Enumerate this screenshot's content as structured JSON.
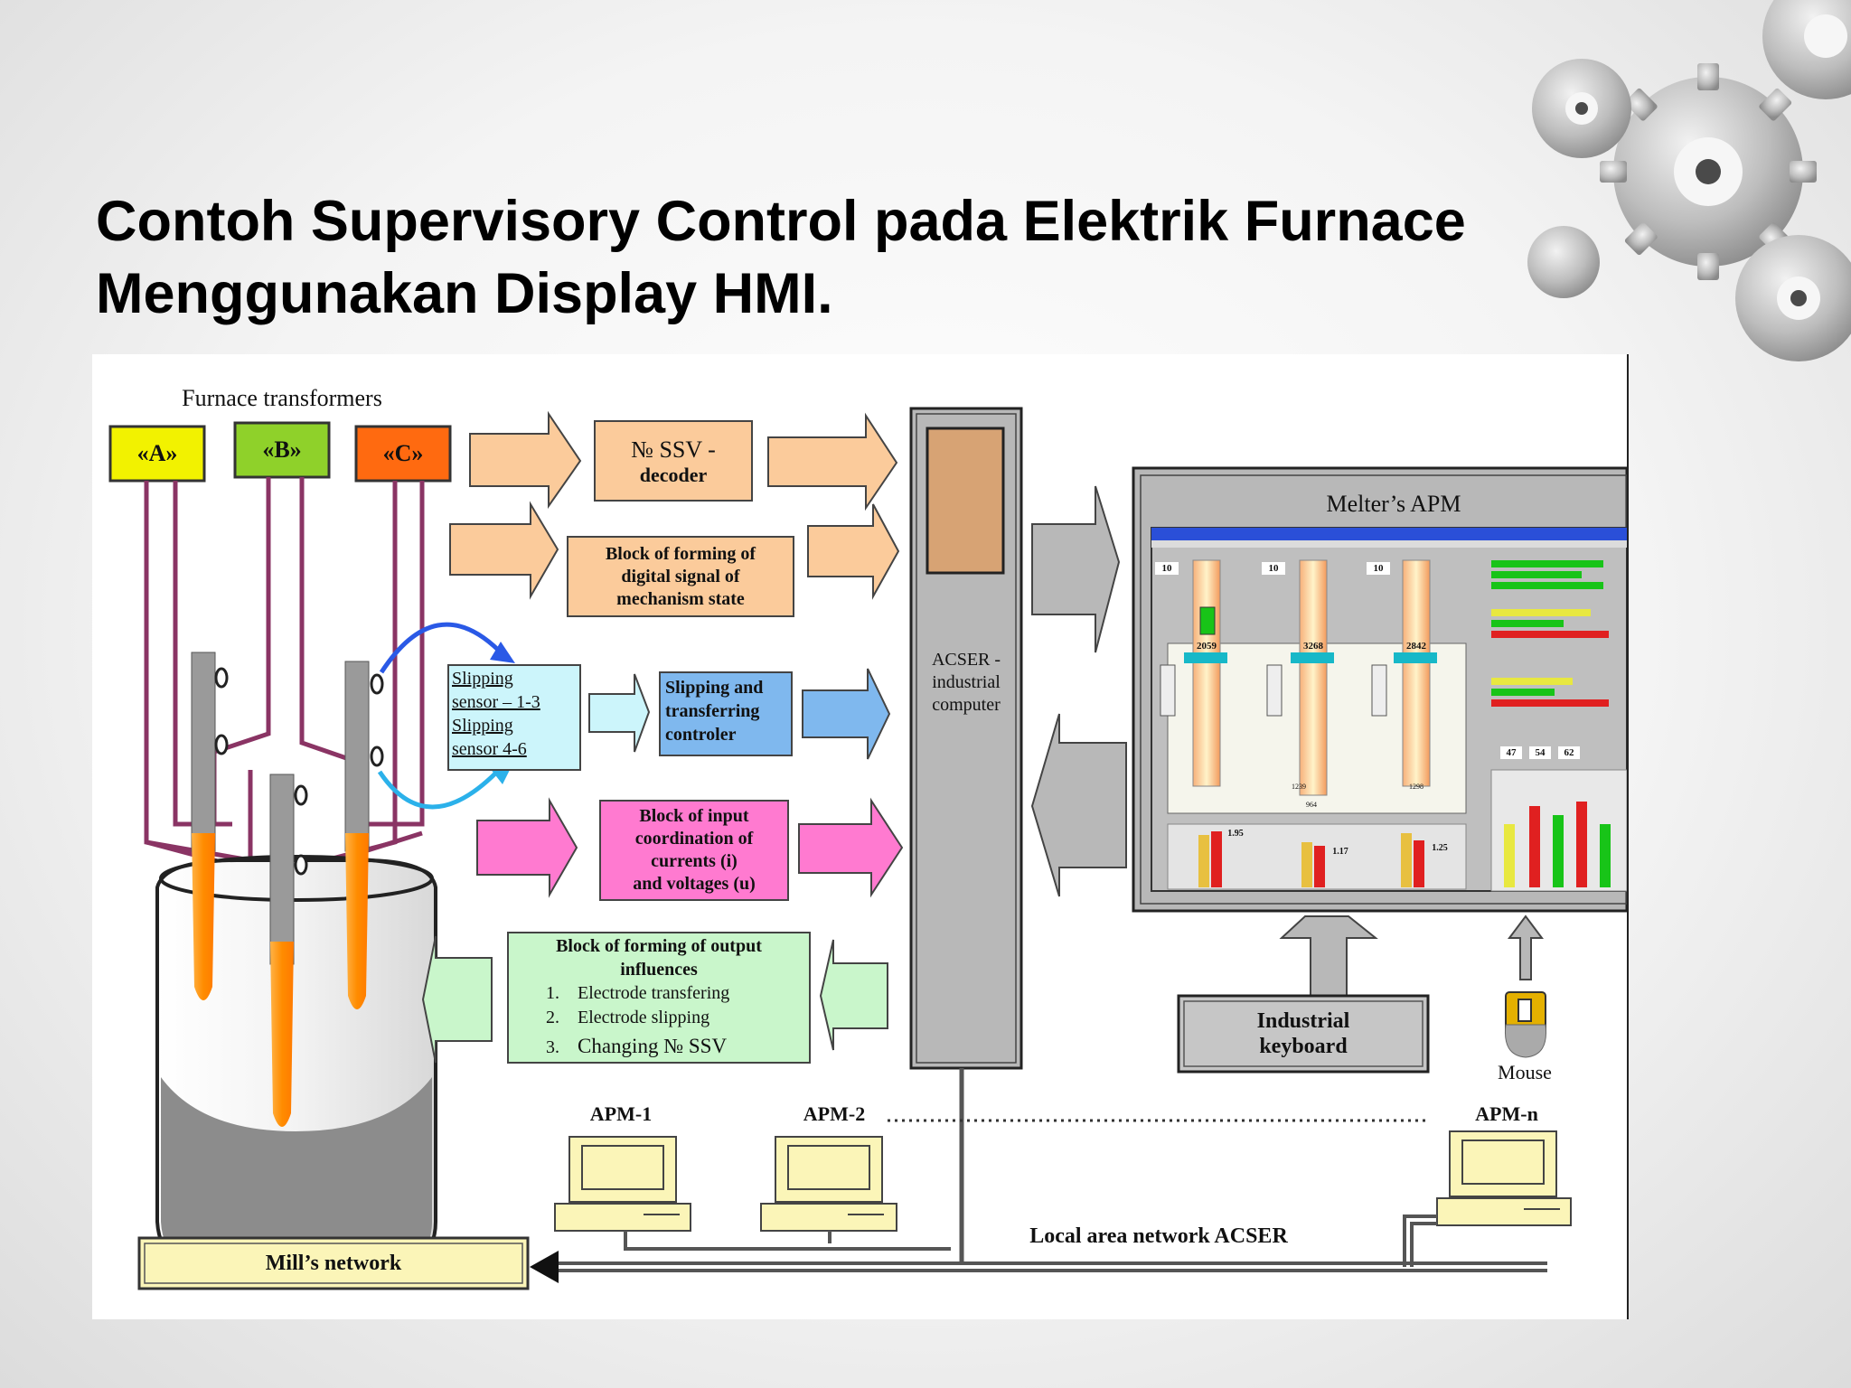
{
  "slide": {
    "title_line1": "Contoh Supervisory Control pada Elektrik Furnace",
    "title_line2": "Menggunakan Display HMI."
  },
  "colors": {
    "yellow": "#f2f200",
    "green": "#8fd12a",
    "orange": "#ff6a10",
    "peach": "#fbcb9b",
    "light_cyan": "#ccf5fb",
    "blue": "#7fb8ee",
    "pink": "#ff7ad0",
    "light_green": "#c9f6cb",
    "gray": "#b8b8b8",
    "cable": "#8a3464"
  },
  "diagram": {
    "furnace_transformers": "Furnace transformers",
    "transformers": [
      {
        "label": "«A»"
      },
      {
        "label": "«B»"
      },
      {
        "label": "«C»"
      }
    ],
    "ssv_decoder": {
      "line1": "№ SSV -",
      "line2": "decoder"
    },
    "digital_block": {
      "line1": "Block of forming of",
      "line2": "digital signal of",
      "line3": "mechanism state"
    },
    "slipping_sensors": {
      "line1": "Slipping",
      "line2": "sensor – 1-3",
      "line3": "Slipping",
      "line4": "sensor 4-6"
    },
    "slipping_controller": {
      "line1": "Slipping and",
      "line2": "transferring",
      "line3": "controler"
    },
    "input_block": {
      "line1": "Block of input",
      "line2": "coordination of",
      "line3": "currents (i)",
      "line4": "and voltages (u)"
    },
    "output_block": {
      "title1": "Block of forming of output",
      "title2": "influences",
      "items": [
        {
          "n": "1.",
          "text": "Electrode transfering"
        },
        {
          "n": "2.",
          "text": "Electrode slipping"
        },
        {
          "n": "3.",
          "text": "Changing № SSV"
        }
      ]
    },
    "acser": {
      "line1": "ACSER -",
      "line2": "industrial",
      "line3": "computer"
    },
    "melter_apm": "Melter’s APM",
    "keyboard": {
      "line1": "Industrial",
      "line2": "keyboard"
    },
    "mouse": "Mouse",
    "apm1": "APM-1",
    "apm2": "APM-2",
    "apmn": "APM-n",
    "lan": "Local area network ACSER",
    "mill_network": "Mill’s network"
  },
  "hmi": {
    "top_values": [
      "10",
      "10",
      "10"
    ],
    "column_values": [
      "2059",
      "3268",
      "2842"
    ],
    "bottom_values": [
      "1239",
      "964",
      "1298"
    ],
    "power_values": [
      "1.95",
      "1.17",
      "1.25"
    ],
    "right_values": [
      "47",
      "54",
      "62"
    ]
  }
}
